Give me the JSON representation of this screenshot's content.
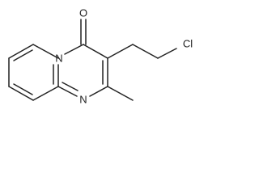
{
  "molecule": {
    "atoms": {
      "carbonyl_oxygen": "O",
      "bridgehead_nitrogen": "N",
      "ring_nitrogen": "N",
      "chlorine": "Cl"
    }
  }
}
